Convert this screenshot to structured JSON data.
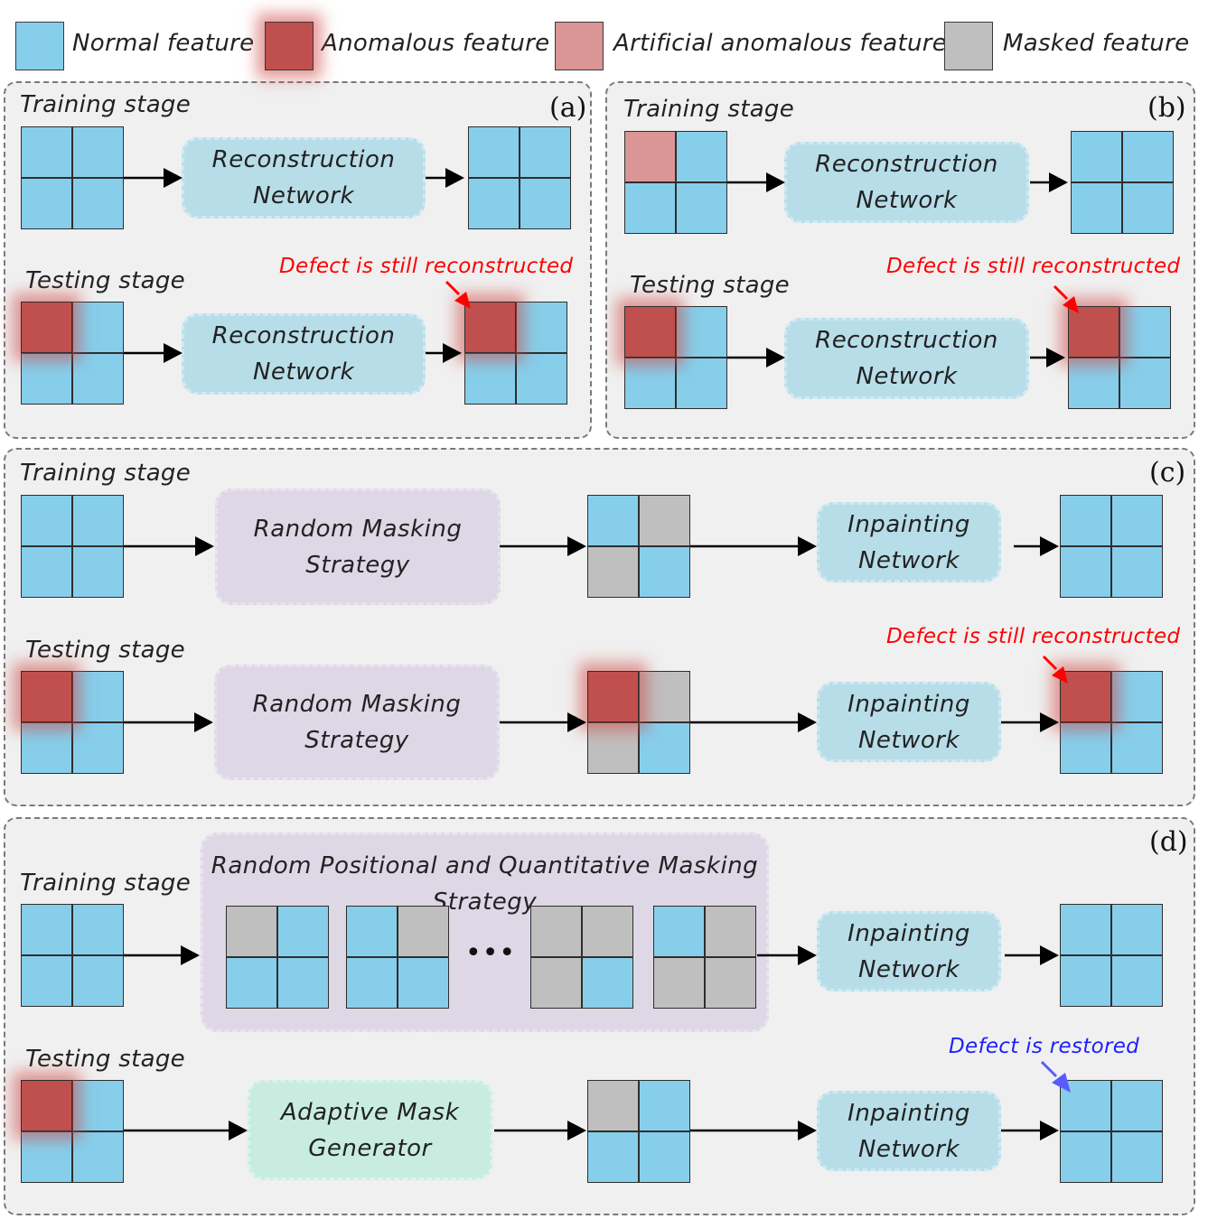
{
  "legend": {
    "normal": "Normal feature",
    "anomalous": "Anomalous feature",
    "artificial": "Artificial anomalous feature",
    "masked": "Masked feature"
  },
  "colors": {
    "normal": "#87ceeb",
    "anomalous": "#c0504d",
    "artificial": "#d99694",
    "masked": "#bfbfbf",
    "panel_bg": "#f0f0f0",
    "network_box": "#b7dde8",
    "masking_box": "#ddd7e6",
    "mask_generator_box": "#c8ece0",
    "defect_note": "#ff0000",
    "restored_note": "#1f1fff"
  },
  "panels": {
    "a": {
      "label": "(a)",
      "training_stage": "Training stage",
      "testing_stage": "Testing stage",
      "network_line1": "Reconstruction",
      "network_line2": "Network",
      "note": "Defect is still reconstructed"
    },
    "b": {
      "label": "(b)",
      "training_stage": "Training stage",
      "testing_stage": "Testing stage",
      "network_line1": "Reconstruction",
      "network_line2": "Network",
      "note": "Defect is still reconstructed"
    },
    "c": {
      "label": "(c)",
      "training_stage": "Training stage",
      "testing_stage": "Testing stage",
      "masking_line1": "Random Masking",
      "masking_line2": "Strategy",
      "network_line1": "Inpainting",
      "network_line2": "Network",
      "note": "Defect is still reconstructed"
    },
    "d": {
      "label": "(d)",
      "training_stage": "Training stage",
      "testing_stage": "Testing stage",
      "masking_line1": "Random Positional and Quantitative Masking",
      "masking_line2": "Strategy",
      "ellipsis": "•••",
      "generator_line1": "Adaptive Mask",
      "generator_line2": "Generator",
      "network_line1": "Inpainting",
      "network_line2": "Network",
      "note": "Defect is restored"
    }
  }
}
